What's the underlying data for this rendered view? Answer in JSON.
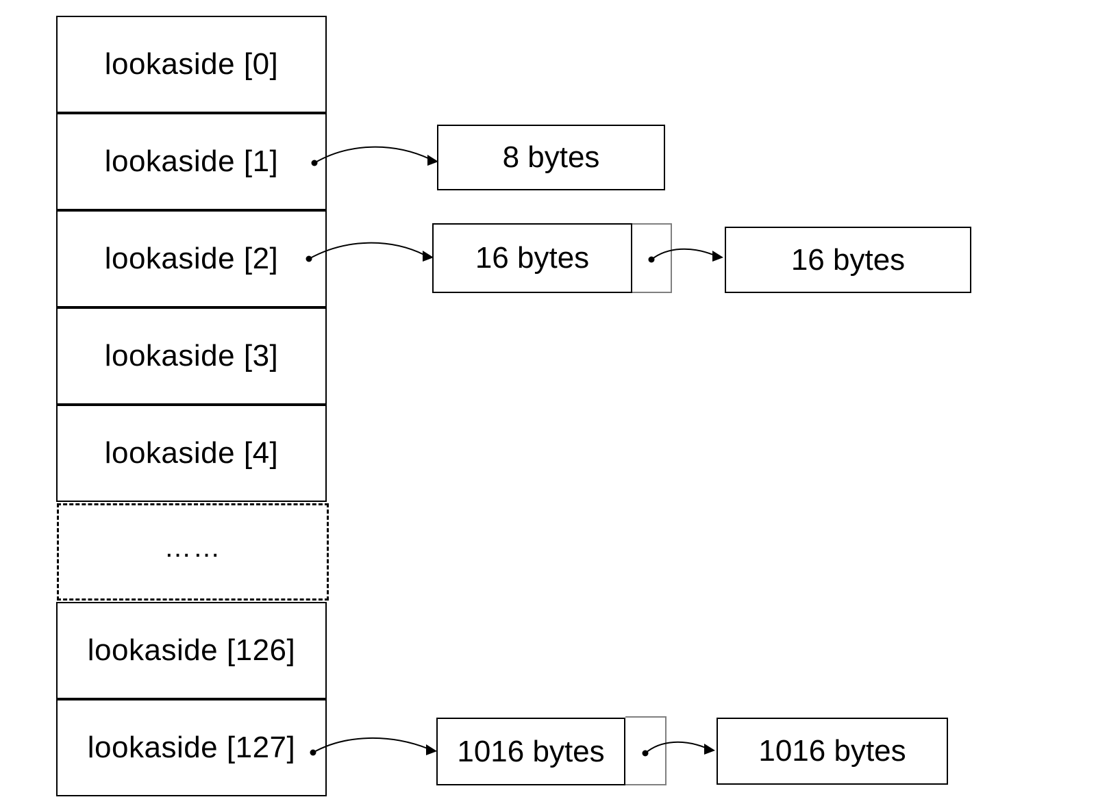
{
  "table": {
    "cells": [
      "lookaside [0]",
      "lookaside [1]",
      "lookaside [2]",
      "lookaside [3]",
      "lookaside [4]",
      "……",
      "lookaside [126]",
      "lookaside [127]"
    ]
  },
  "chains": {
    "row1": [
      "8 bytes"
    ],
    "row2": [
      "16 bytes",
      "16 bytes"
    ],
    "row127": [
      "1016 bytes",
      "1016 bytes"
    ]
  }
}
